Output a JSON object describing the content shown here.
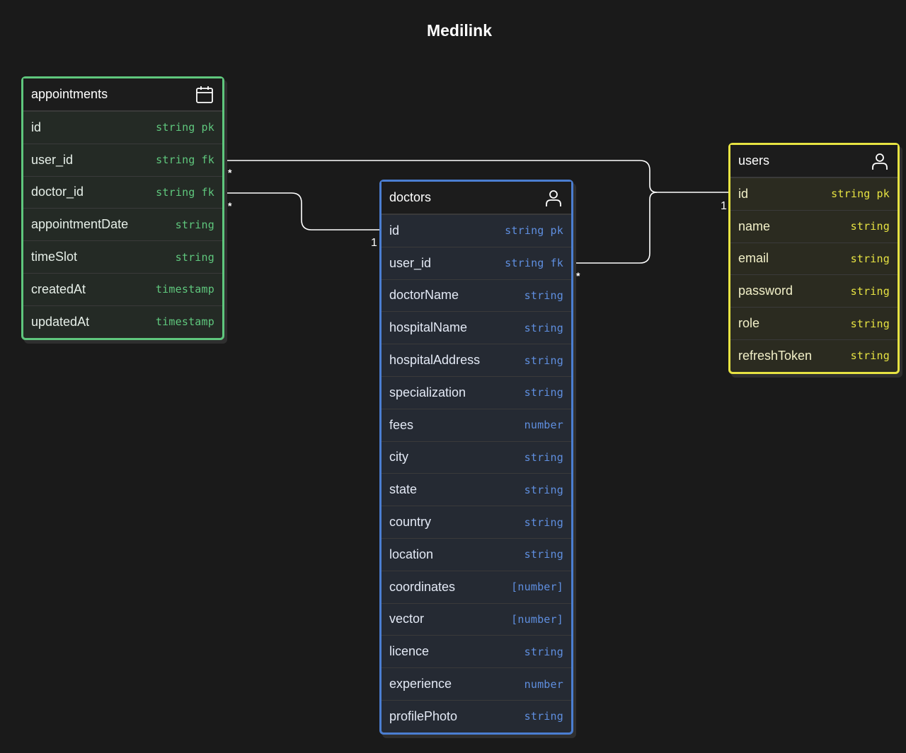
{
  "title": "Medilink",
  "colors": {
    "background": "#1a1a1a",
    "appointments": "#5fc77d",
    "doctors": "#4b7ed1",
    "users": "#e7e342"
  },
  "tables": {
    "appointments": {
      "name": "appointments",
      "icon": "calendar-icon",
      "fields": [
        {
          "name": "id",
          "type": "string",
          "key": "pk"
        },
        {
          "name": "user_id",
          "type": "string",
          "key": "fk"
        },
        {
          "name": "doctor_id",
          "type": "string",
          "key": "fk"
        },
        {
          "name": "appointmentDate",
          "type": "string",
          "key": ""
        },
        {
          "name": "timeSlot",
          "type": "string",
          "key": ""
        },
        {
          "name": "createdAt",
          "type": "timestamp",
          "key": ""
        },
        {
          "name": "updatedAt",
          "type": "timestamp",
          "key": ""
        }
      ]
    },
    "doctors": {
      "name": "doctors",
      "icon": "user-icon",
      "fields": [
        {
          "name": "id",
          "type": "string",
          "key": "pk"
        },
        {
          "name": "user_id",
          "type": "string",
          "key": "fk"
        },
        {
          "name": "doctorName",
          "type": "string",
          "key": ""
        },
        {
          "name": "hospitalName",
          "type": "string",
          "key": ""
        },
        {
          "name": "hospitalAddress",
          "type": "string",
          "key": ""
        },
        {
          "name": "specialization",
          "type": "string",
          "key": ""
        },
        {
          "name": "fees",
          "type": "number",
          "key": ""
        },
        {
          "name": "city",
          "type": "string",
          "key": ""
        },
        {
          "name": "state",
          "type": "string",
          "key": ""
        },
        {
          "name": "country",
          "type": "string",
          "key": ""
        },
        {
          "name": "location",
          "type": "string",
          "key": ""
        },
        {
          "name": "coordinates",
          "type": "[number]",
          "key": ""
        },
        {
          "name": "vector",
          "type": "[number]",
          "key": ""
        },
        {
          "name": "licence",
          "type": "string",
          "key": ""
        },
        {
          "name": "experience",
          "type": "number",
          "key": ""
        },
        {
          "name": "profilePhoto",
          "type": "string",
          "key": ""
        }
      ]
    },
    "users": {
      "name": "users",
      "icon": "user-icon",
      "fields": [
        {
          "name": "id",
          "type": "string",
          "key": "pk"
        },
        {
          "name": "name",
          "type": "string",
          "key": ""
        },
        {
          "name": "email",
          "type": "string",
          "key": ""
        },
        {
          "name": "password",
          "type": "string",
          "key": ""
        },
        {
          "name": "role",
          "type": "string",
          "key": ""
        },
        {
          "name": "refreshToken",
          "type": "string",
          "key": ""
        }
      ]
    }
  },
  "relations": [
    {
      "from": "appointments.user_id",
      "to": "users.id",
      "from_cardinality": "*",
      "to_cardinality": "1"
    },
    {
      "from": "appointments.doctor_id",
      "to": "doctors.id",
      "from_cardinality": "*",
      "to_cardinality": "1"
    },
    {
      "from": "doctors.user_id",
      "to": "users.id",
      "from_cardinality": "*",
      "to_cardinality": "1"
    }
  ]
}
